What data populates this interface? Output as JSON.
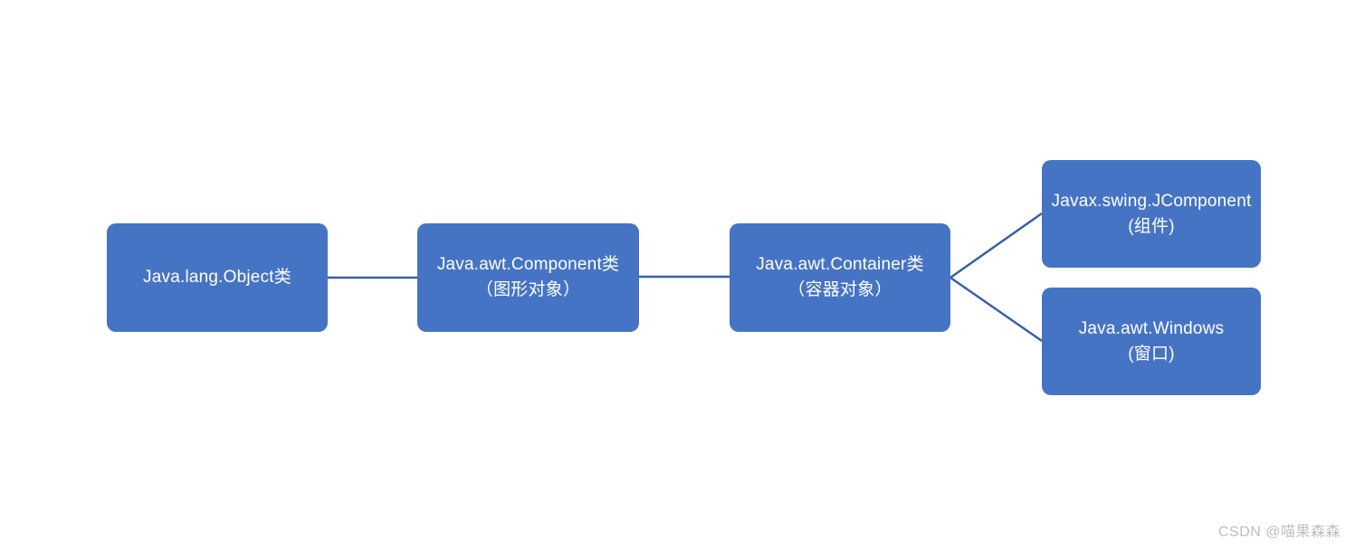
{
  "diagram": {
    "description_type": "class-hierarchy-diagram",
    "nodes": [
      {
        "id": "java-lang-object",
        "lines": [
          "Java.lang.Object类",
          ""
        ]
      },
      {
        "id": "java-awt-component",
        "lines": [
          "Java.awt.Component类",
          "（图形对象）"
        ]
      },
      {
        "id": "java-awt-container",
        "lines": [
          "Java.awt.Container类",
          "（容器对象）"
        ]
      },
      {
        "id": "javax-swing-jcomponent",
        "lines": [
          "Javax.swing.JComponent",
          "(组件)"
        ]
      },
      {
        "id": "java-awt-windows",
        "lines": [
          "Java.awt.Windows",
          "(窗口)"
        ]
      }
    ],
    "edges": [
      {
        "from": "java-lang-object",
        "to": "java-awt-component"
      },
      {
        "from": "java-awt-component",
        "to": "java-awt-container"
      },
      {
        "from": "java-awt-container",
        "to": "javax-swing-jcomponent"
      },
      {
        "from": "java-awt-container",
        "to": "java-awt-windows"
      }
    ],
    "colors": {
      "node_fill": "#4674c5",
      "connector": "#3a5fa9",
      "node_text": "#ffffff",
      "watermark_text": "#bebebe",
      "background": "#ffffff"
    }
  },
  "watermark": {
    "text": "CSDN @喵果森森"
  }
}
